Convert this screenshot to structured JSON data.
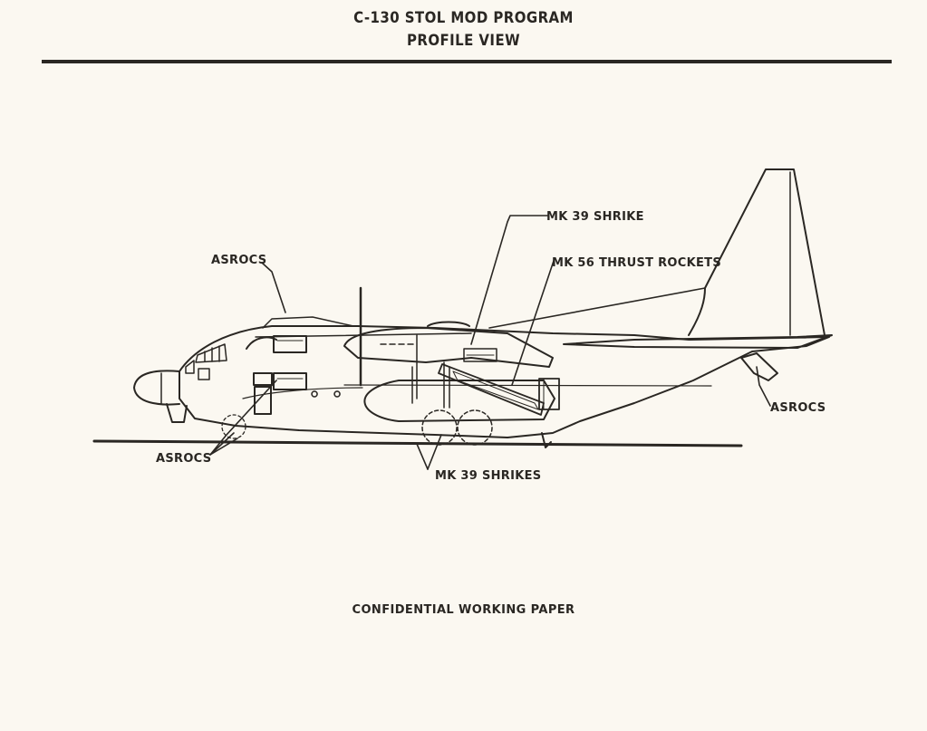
{
  "header": {
    "title": "C-130 STOL MOD PROGRAM",
    "subtitle": "PROFILE VIEW"
  },
  "callouts": {
    "asrocs_upper": "ASROCS",
    "asrocs_lower": "ASROCS",
    "asrocs_tail": "ASROCS",
    "mk39_shrike": "MK 39 SHRIKE",
    "mk56_thrust_rockets": "MK 56 THRUST ROCKETS",
    "mk39_shrikes": "MK 39 SHRIKES"
  },
  "footer": {
    "classification": "CONFIDENTIAL WORKING PAPER"
  },
  "colors": {
    "paper": "#fbf8f1",
    "ink": "#2a2723"
  }
}
